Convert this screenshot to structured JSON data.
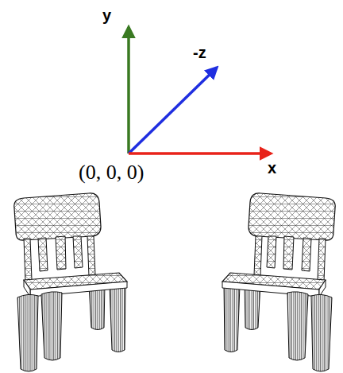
{
  "diagram": {
    "labels": [
      "y",
      "-z",
      "x",
      "(0, 0, 0)"
    ]
  }
}
